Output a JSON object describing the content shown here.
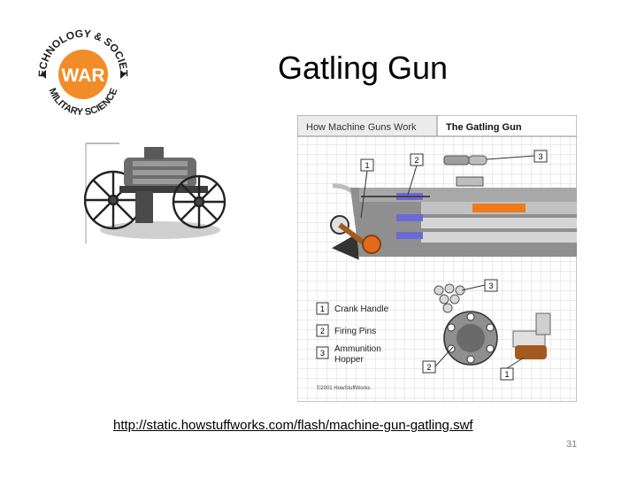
{
  "slide": {
    "title": "Gatling Gun",
    "link_url": "http://static.howstuffworks.com/flash/machine-gun-gatling.swf",
    "page_number": "31"
  },
  "logo": {
    "center_text": "WAR",
    "ring_top_text": "TECHNOLOGY & SOCIETY",
    "ring_bottom_text": "MILITARY SCIENCE",
    "accent_color": "#f28c28",
    "ring_color": "#1f1f1f",
    "icon_name": "war-technology-society-logo"
  },
  "photo": {
    "icon_name": "gatling-gun-engraving"
  },
  "diagram": {
    "header_left": "How Machine Guns Work",
    "header_right": "The Gatling Gun",
    "callouts": [
      "1",
      "2",
      "3",
      "3",
      "2",
      "1"
    ],
    "legend": [
      {
        "num": "1",
        "label": "Crank Handle"
      },
      {
        "num": "2",
        "label": "Firing Pins"
      },
      {
        "num": "3",
        "label": "Ammunition",
        "label2": "Hopper"
      }
    ],
    "copyright": "©2001 HowStuffWorks"
  }
}
